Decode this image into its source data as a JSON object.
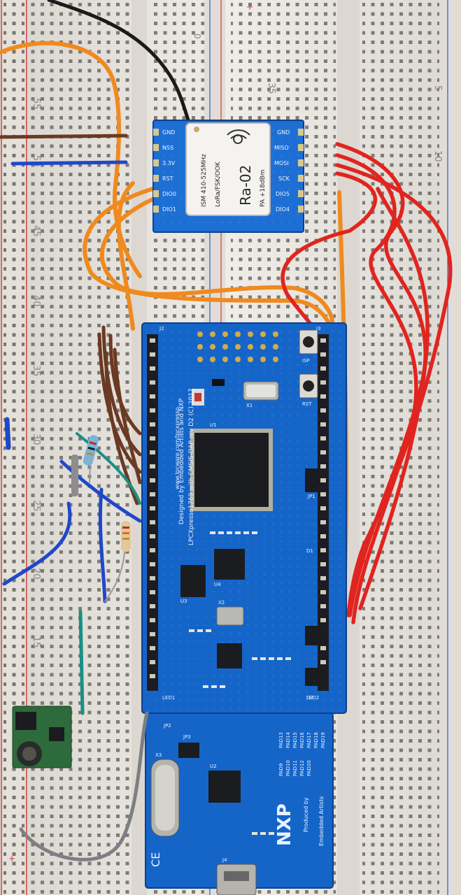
{
  "breadboard": {
    "row_numbers": [
      "55",
      "50",
      "45",
      "40",
      "35",
      "30",
      "25",
      "20",
      "15"
    ],
    "right_row_numbers": [
      "5",
      "10"
    ],
    "rail_marks": {
      "plus": "+",
      "minus": "−",
      "zero": "0"
    }
  },
  "lora_module": {
    "logo": "Ra-02",
    "line1": "PA +18dBm",
    "line2": "LoRa/FSK/OOK",
    "line3": "ISM 410-525MHz",
    "pins_left": [
      "GND",
      "NSS",
      "3.3V",
      "RST",
      "DIO0",
      "DIO1"
    ],
    "pins_right": [
      "GND",
      "MISO",
      "MOSI",
      "SCK",
      "DIO5",
      "DIO4"
    ]
  },
  "lpc_board": {
    "designed_by": "Designed by Embedded Artists and NXP",
    "board_name": "LPCXpresso1769 with CMSIS-DAP rev D2 (C) 2017",
    "url": "www.lpcware.com/lpcxpresso",
    "small_labels": [
      "LED1",
      "LED2",
      "RST",
      "ISP",
      "J2",
      "J3",
      "J4",
      "JP1",
      "JP2",
      "JP3",
      "D1",
      "D2",
      "U1",
      "U2",
      "U3",
      "U4",
      "X1",
      "X2",
      "X3"
    ],
    "pad_labels": [
      "PAD9",
      "PAD10",
      "PAD11",
      "PAD12",
      "PAD13",
      "PAD14",
      "PAD15",
      "PAD16",
      "PAD17",
      "PAD18",
      "PAD19",
      "PAD20"
    ],
    "ce_mark": "CE",
    "nxp_logo": "NXP",
    "produced_by": "Produced by",
    "ea_logo": "Embedded Artists"
  },
  "wire_colors": {
    "orange": "#f08a1e",
    "red": "#e1241f",
    "blue": "#1f48c9",
    "brown": "#6b3a22",
    "black": "#1a1a1a",
    "gray": "#7d7f84",
    "teal": "#1a8f86"
  },
  "board_colors": {
    "pcb_blue": "#1565c9",
    "pcb_blue_dark": "#0c3f8e",
    "chip": "#1b1c20",
    "breadboard": "#ece9e4",
    "hole": "#6b6760"
  }
}
